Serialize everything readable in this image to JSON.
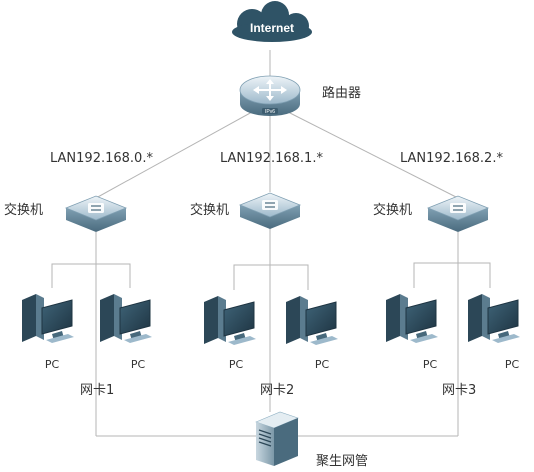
{
  "internet": {
    "label": "Internet"
  },
  "router": {
    "label": "路由器",
    "badge": "IPv6"
  },
  "lans": [
    {
      "label": "LAN192.168.0.*"
    },
    {
      "label": "LAN192.168.1.*"
    },
    {
      "label": "LAN192.168.2.*"
    }
  ],
  "switches": [
    {
      "label": "交换机"
    },
    {
      "label": "交换机"
    },
    {
      "label": "交换机"
    }
  ],
  "pcs": [
    {
      "label": "PC"
    },
    {
      "label": "PC"
    },
    {
      "label": "PC"
    },
    {
      "label": "PC"
    },
    {
      "label": "PC"
    },
    {
      "label": "PC"
    }
  ],
  "nics": [
    {
      "label": "网卡1"
    },
    {
      "label": "网卡2"
    },
    {
      "label": "网卡3"
    }
  ],
  "server": {
    "label": "聚生网管"
  },
  "colors": {
    "cloud": "#2f5366",
    "device_light": "#d9e6ee",
    "device_mid": "#8fb0c3",
    "device_dark": "#47697c",
    "pc_dark": "#2c4757",
    "line": "#b5b5b5"
  }
}
